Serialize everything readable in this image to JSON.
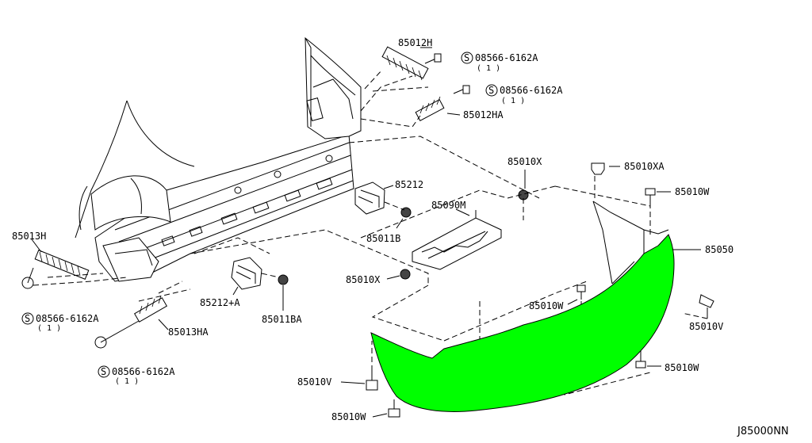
{
  "diagram_ref": "J85000NN",
  "colors": {
    "highlight": "#00ff00",
    "line": "#000000",
    "background": "#ffffff"
  },
  "labels": {
    "p85012H": "85012H",
    "p85012HA": "85012HA",
    "screw_top1": "08566-6162A",
    "screw_top1_qty": "( 1 )",
    "screw_top2": "08566-6162A",
    "screw_top2_qty": "( 1 )",
    "p85013H": "85013H",
    "screw_left1": "08566-6162A",
    "screw_left1_qty": "( 1 )",
    "p85013HA": "85013HA",
    "screw_left2": "08566-6162A",
    "screw_left2_qty": "( 1 )",
    "p85212": "85212",
    "p85011B": "85011B",
    "p85212A": "85212+A",
    "p85011BA": "85011BA",
    "p85010X_top": "85010X",
    "p85010X_mid": "85010X",
    "p85090M": "85090M",
    "p85010XA": "85010XA",
    "p85010W_top": "85010W",
    "p85050": "85050",
    "p85010W_mid": "85010W",
    "p85010V_right": "85010V",
    "p85010W_right": "85010W",
    "p85010V_bottom": "85010V",
    "p85010W_bottom": "85010W"
  },
  "screw_symbol": "S"
}
